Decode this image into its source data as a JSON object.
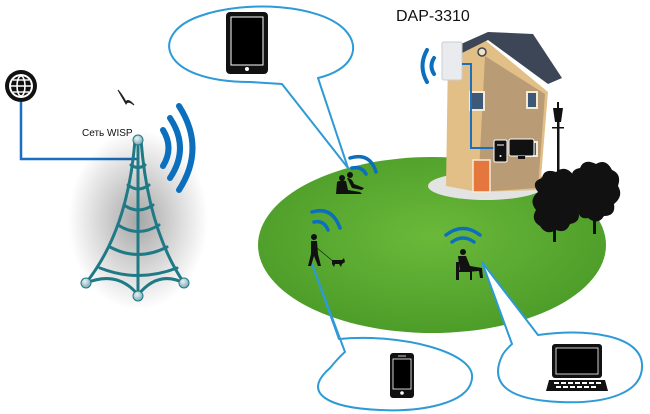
{
  "labels": {
    "wisp_network": "Сеть WISP",
    "access_point_model": "DAP-3310"
  },
  "nodes": [
    {
      "id": "internet",
      "icon": "globe-icon"
    },
    {
      "id": "wisp-tower",
      "icon": "radio-tower-icon"
    },
    {
      "id": "access-point",
      "icon": "access-point-icon"
    },
    {
      "id": "house",
      "icon": "house-icon"
    },
    {
      "id": "desktop-pc",
      "icon": "desktop-computer-icon"
    }
  ],
  "clients": [
    {
      "id": "tablet",
      "icon": "tablet-icon",
      "user": "couple-sitting"
    },
    {
      "id": "smartphone",
      "icon": "smartphone-icon",
      "user": "person-walking-dog"
    },
    {
      "id": "laptop",
      "icon": "laptop-icon",
      "user": "person-on-bench"
    }
  ],
  "colors": {
    "link_blue": "#1a6fc0",
    "signal_blue": "#0b6fbd",
    "callout_blue": "#2e9ad6",
    "tower_teal": "#1f7a86",
    "grass_green": "#55a62e",
    "house_wall": "#e2bf86",
    "roof": "#3c4656"
  }
}
